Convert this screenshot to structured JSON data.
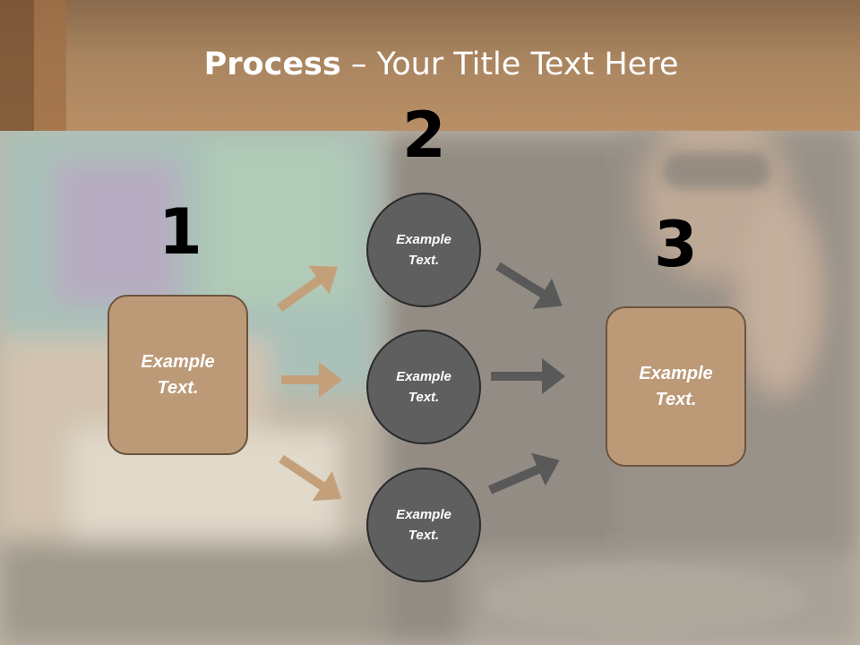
{
  "slide": {
    "title_bold": "Process",
    "title_rest": " – Your Title Text Here"
  },
  "steps": [
    {
      "number": "1",
      "text_line1": "Example",
      "text_line2": "Text."
    },
    {
      "number": "2"
    },
    {
      "number": "3",
      "text_line1": "Example",
      "text_line2": "Text."
    }
  ],
  "circles": [
    {
      "text_line1": "Example",
      "text_line2": "Text."
    },
    {
      "text_line1": "Example",
      "text_line2": "Text."
    },
    {
      "text_line1": "Example",
      "text_line2": "Text."
    }
  ],
  "colors": {
    "header": "#b88f66",
    "box_fill": "#bc9a77",
    "circle_fill": "#5f5f5f",
    "arrow_in": "#c4a07a",
    "arrow_out": "#595959"
  }
}
